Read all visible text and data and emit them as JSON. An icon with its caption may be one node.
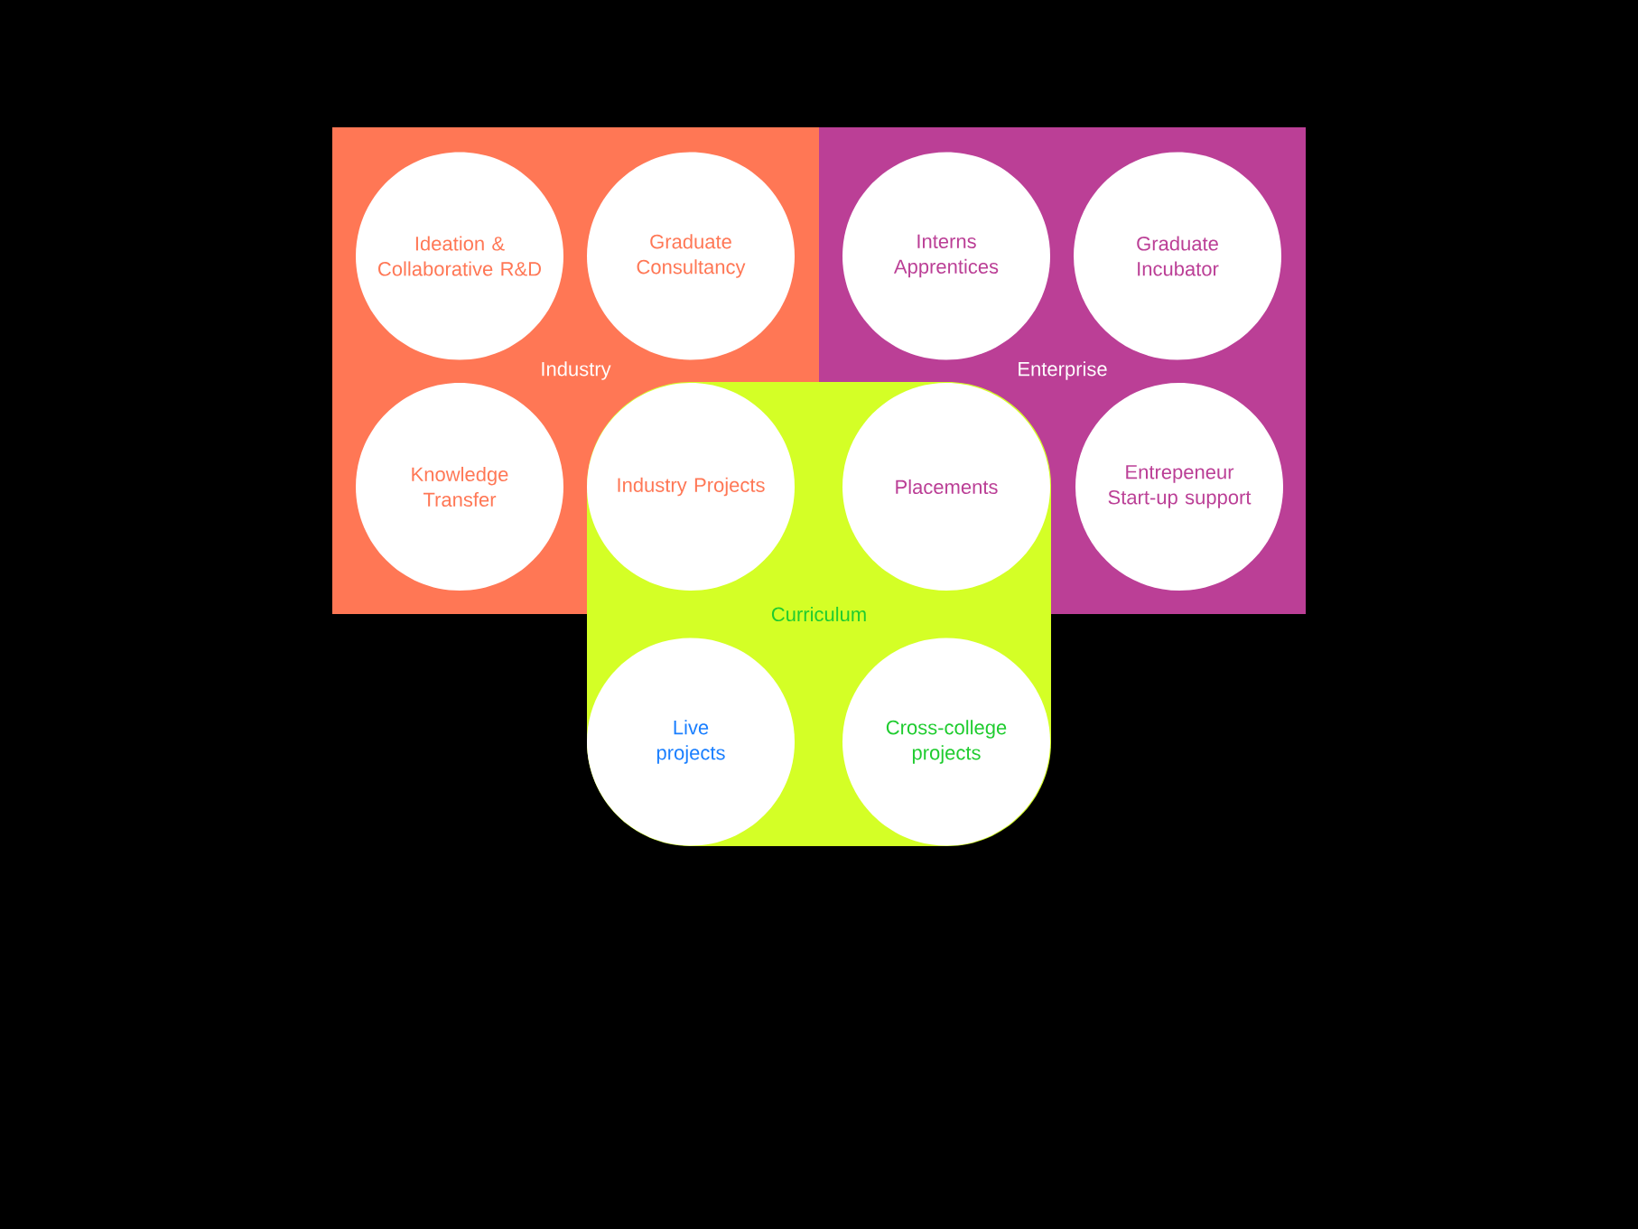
{
  "diagram": {
    "nodes": [
      {
        "text": [
          "Industry"
        ]
      },
      {
        "text": [
          "Ideation & Collaborative R&D"
        ],
        "in": 0
      },
      {
        "text": [
          "Graduate Consultancy"
        ],
        "in": 0
      },
      {
        "text": [
          "Knowledge Transfer"
        ],
        "in": 0
      },
      {
        "text": [
          "Enterprise"
        ]
      },
      {
        "text": [
          "Interns Apprentices"
        ],
        "in": 4
      },
      {
        "text": [
          "Graduate Incubator"
        ],
        "in": 4
      },
      {
        "text": [
          "Entrepeneur Start-up support"
        ],
        "in": 4
      },
      {
        "text": [
          "Curriculum"
        ]
      },
      {
        "text": [
          "Industry Projects"
        ]
      },
      {
        "text": [
          "Placements"
        ]
      },
      {
        "text": [
          "Live projects"
        ],
        "in": 8
      },
      {
        "text": [
          "Cross-college projects"
        ],
        "in": 8
      }
    ]
  }
}
